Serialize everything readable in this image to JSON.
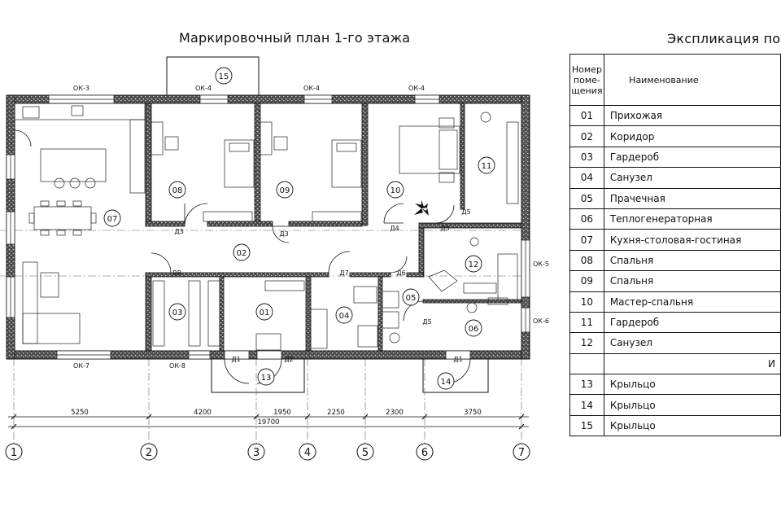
{
  "plan": {
    "title": "Маркировочный план 1-го этажа",
    "windows": [
      "ОК-3",
      "ОК-4",
      "ОК-4",
      "ОК-4",
      "ОК-5",
      "ОК-6",
      "ОК-7",
      "ОК-8"
    ],
    "doors": [
      "Д3",
      "Д3",
      "Д4",
      "Д5",
      "Д5",
      "Д6",
      "Д7",
      "Д8",
      "Д1",
      "Д2",
      "Д5",
      "Д1"
    ],
    "rooms": [
      "07",
      "08",
      "09",
      "10",
      "11",
      "02",
      "12",
      "03",
      "01",
      "04",
      "05",
      "06",
      "13",
      "14",
      "15"
    ],
    "dimensions": [
      "5250",
      "4200",
      "1950",
      "2250",
      "2300",
      "3750"
    ],
    "total_dimension": "19700",
    "axes": [
      "1",
      "2",
      "3",
      "4",
      "5",
      "6",
      "7"
    ]
  },
  "explication": {
    "title": "Экспликация помещ",
    "header": {
      "num": "Номер поме- щения",
      "name": "Наименование"
    },
    "rows": [
      {
        "num": "01",
        "name": "Прихожая"
      },
      {
        "num": "02",
        "name": "Коридор"
      },
      {
        "num": "03",
        "name": "Гардероб"
      },
      {
        "num": "04",
        "name": "Санузел"
      },
      {
        "num": "05",
        "name": "Прачечная"
      },
      {
        "num": "06",
        "name": "Теплогенераторная"
      },
      {
        "num": "07",
        "name": "Кухня-столовая-гостиная"
      },
      {
        "num": "08",
        "name": "Спальня"
      },
      {
        "num": "09",
        "name": "Спальня"
      },
      {
        "num": "10",
        "name": "Мастер-спальня"
      },
      {
        "num": "11",
        "name": "Гардероб"
      },
      {
        "num": "12",
        "name": "Санузел"
      }
    ],
    "group_label": "И",
    "rows2": [
      {
        "num": "13",
        "name": "Крыльцо"
      },
      {
        "num": "14",
        "name": "Крыльцо"
      },
      {
        "num": "15",
        "name": "Крыльцо"
      }
    ]
  }
}
